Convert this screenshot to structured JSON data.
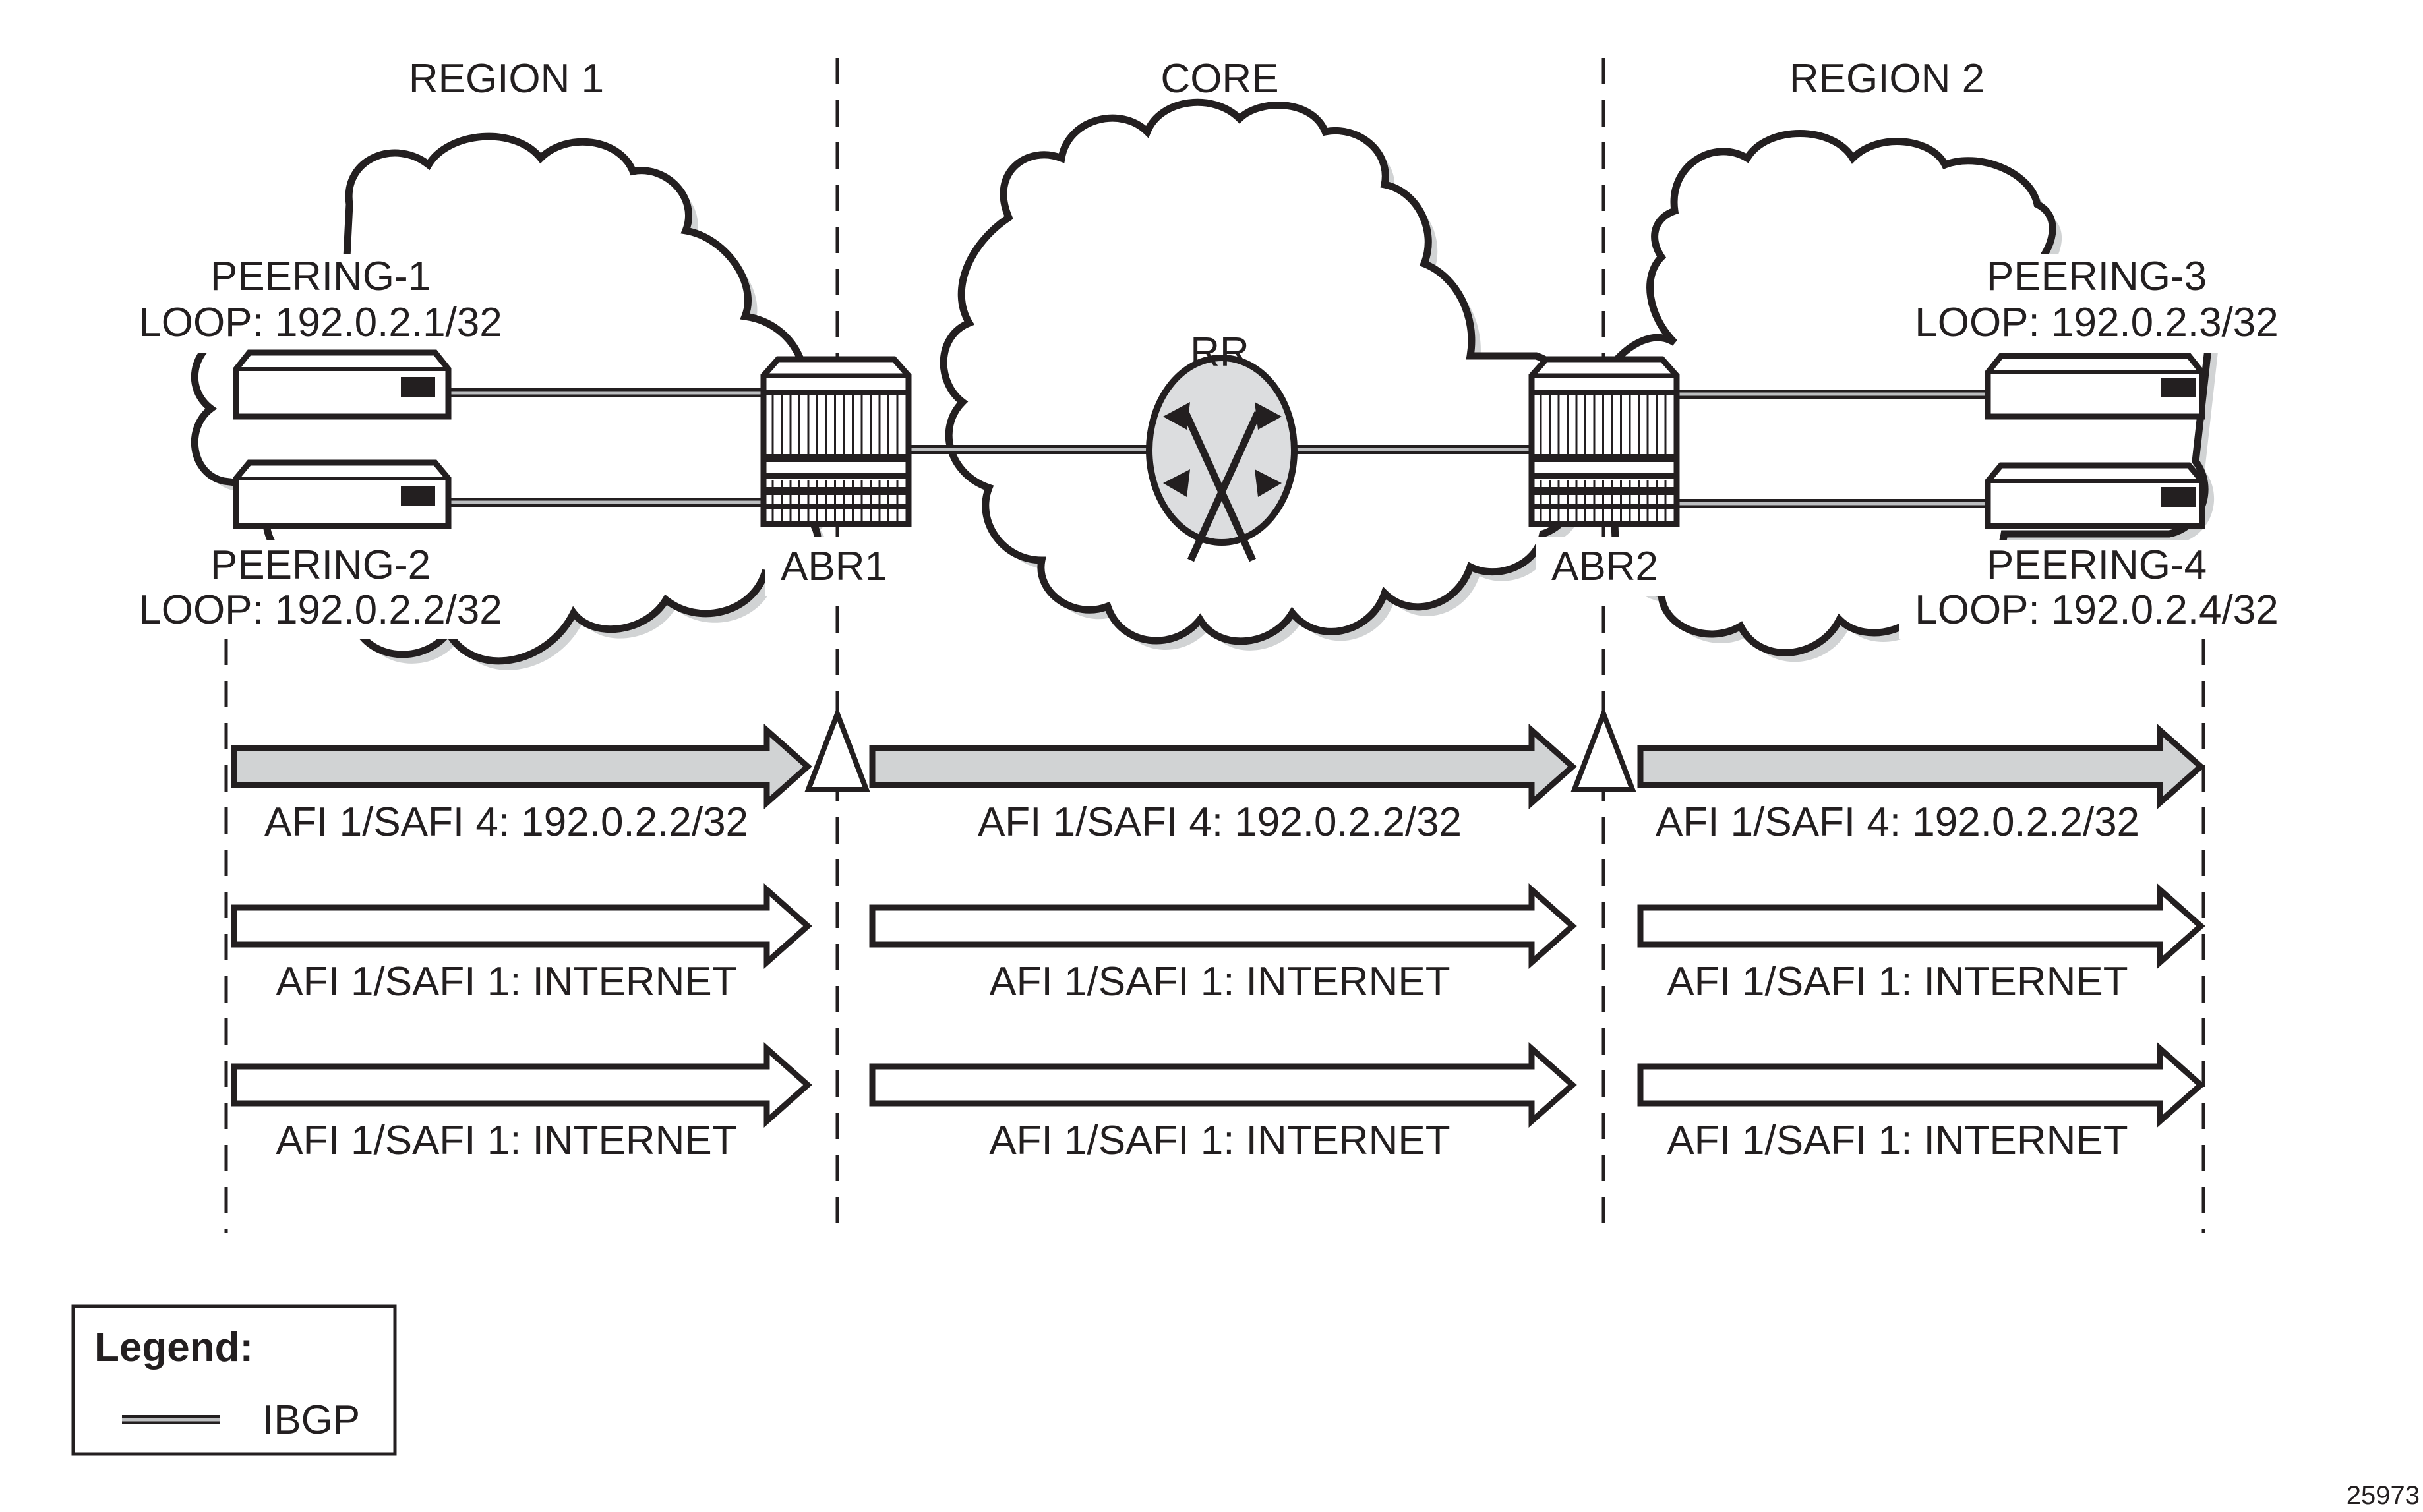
{
  "regions": [
    {
      "label": "REGION 1"
    },
    {
      "label": "CORE"
    },
    {
      "label": "REGION 2"
    }
  ],
  "nodes": {
    "peering1": {
      "name": "PEERING-1",
      "loop": "LOOP: 192.0.2.1/32"
    },
    "peering2": {
      "name": "PEERING-2",
      "loop": "LOOP: 192.0.2.2/32"
    },
    "peering3": {
      "name": "PEERING-3",
      "loop": "LOOP: 192.0.2.3/32"
    },
    "peering4": {
      "name": "PEERING-4",
      "loop": "LOOP: 192.0.2.4/32"
    },
    "abr1": {
      "name": "ABR1"
    },
    "abr2": {
      "name": "ABR2"
    },
    "rr": {
      "name": "RR"
    }
  },
  "flows": [
    {
      "type": "labeled-unicast",
      "fill": "#d1d3d4",
      "segments": [
        {
          "label": "AFI 1/SAFI 4: 192.0.2.2/32"
        },
        {
          "label": "AFI 1/SAFI 4: 192.0.2.2/32"
        },
        {
          "label": "AFI 1/SAFI 4: 192.0.2.2/32"
        }
      ],
      "next_hop_self_markers": true
    },
    {
      "type": "internet",
      "fill": "#ffffff",
      "segments": [
        {
          "label": "AFI 1/SAFI 1: INTERNET"
        },
        {
          "label": "AFI 1/SAFI 1: INTERNET"
        },
        {
          "label": "AFI 1/SAFI 1: INTERNET"
        }
      ],
      "next_hop_self_markers": false
    },
    {
      "type": "internet",
      "fill": "#ffffff",
      "segments": [
        {
          "label": "AFI 1/SAFI 1: INTERNET"
        },
        {
          "label": "AFI 1/SAFI 1: INTERNET"
        },
        {
          "label": "AFI 1/SAFI 1: INTERNET"
        }
      ],
      "next_hop_self_markers": false
    }
  ],
  "legend": {
    "title": "Legend:",
    "items": [
      {
        "symbol": "double-line",
        "label": "IBGP"
      }
    ]
  },
  "figure_id": "25973",
  "colors": {
    "ink": "#231f20",
    "shade": "#d1d3d4",
    "ibgp_core": "#bcbec0",
    "rr_fill": "#dcdddf"
  }
}
